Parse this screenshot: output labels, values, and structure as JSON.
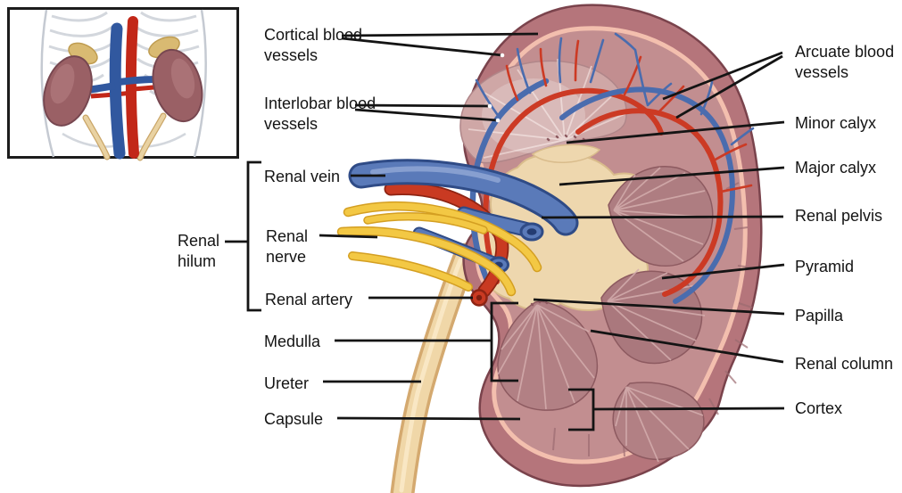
{
  "figure_type": "kidney-anatomy-diagram",
  "labels": {
    "cortical": "Cortical blood vessels",
    "interlobar": "Interlobar blood vessels",
    "renal_vein": "Renal vein",
    "renal_nerve": "Renal nerve",
    "renal_artery": "Renal artery",
    "renal_hilum": "Renal hilum",
    "medulla": "Medulla",
    "ureter": "Ureter",
    "capsule": "Capsule",
    "arcuate": "Arcuate blood vessels",
    "minor_calyx": "Minor calyx",
    "major_calyx": "Major calyx",
    "renal_pelvis": "Renal pelvis",
    "pyramid": "Pyramid",
    "papilla": "Papilla",
    "renal_column": "Renal column",
    "cortex": "Cortex"
  },
  "palette": {
    "artery_red": "#c93a22",
    "vein_blue": "#5a7ab9",
    "nerve_yellow": "#f3c844",
    "ureter_tan": "#f0d7a8",
    "kidney_outer": "#b5757b",
    "cortex_pink": "#c28e90",
    "capsule_line": "#f3bfae",
    "pyramid_mauve": "#b28084",
    "pelvis_cream": "#eed7ae",
    "leader_line": "#141414"
  }
}
